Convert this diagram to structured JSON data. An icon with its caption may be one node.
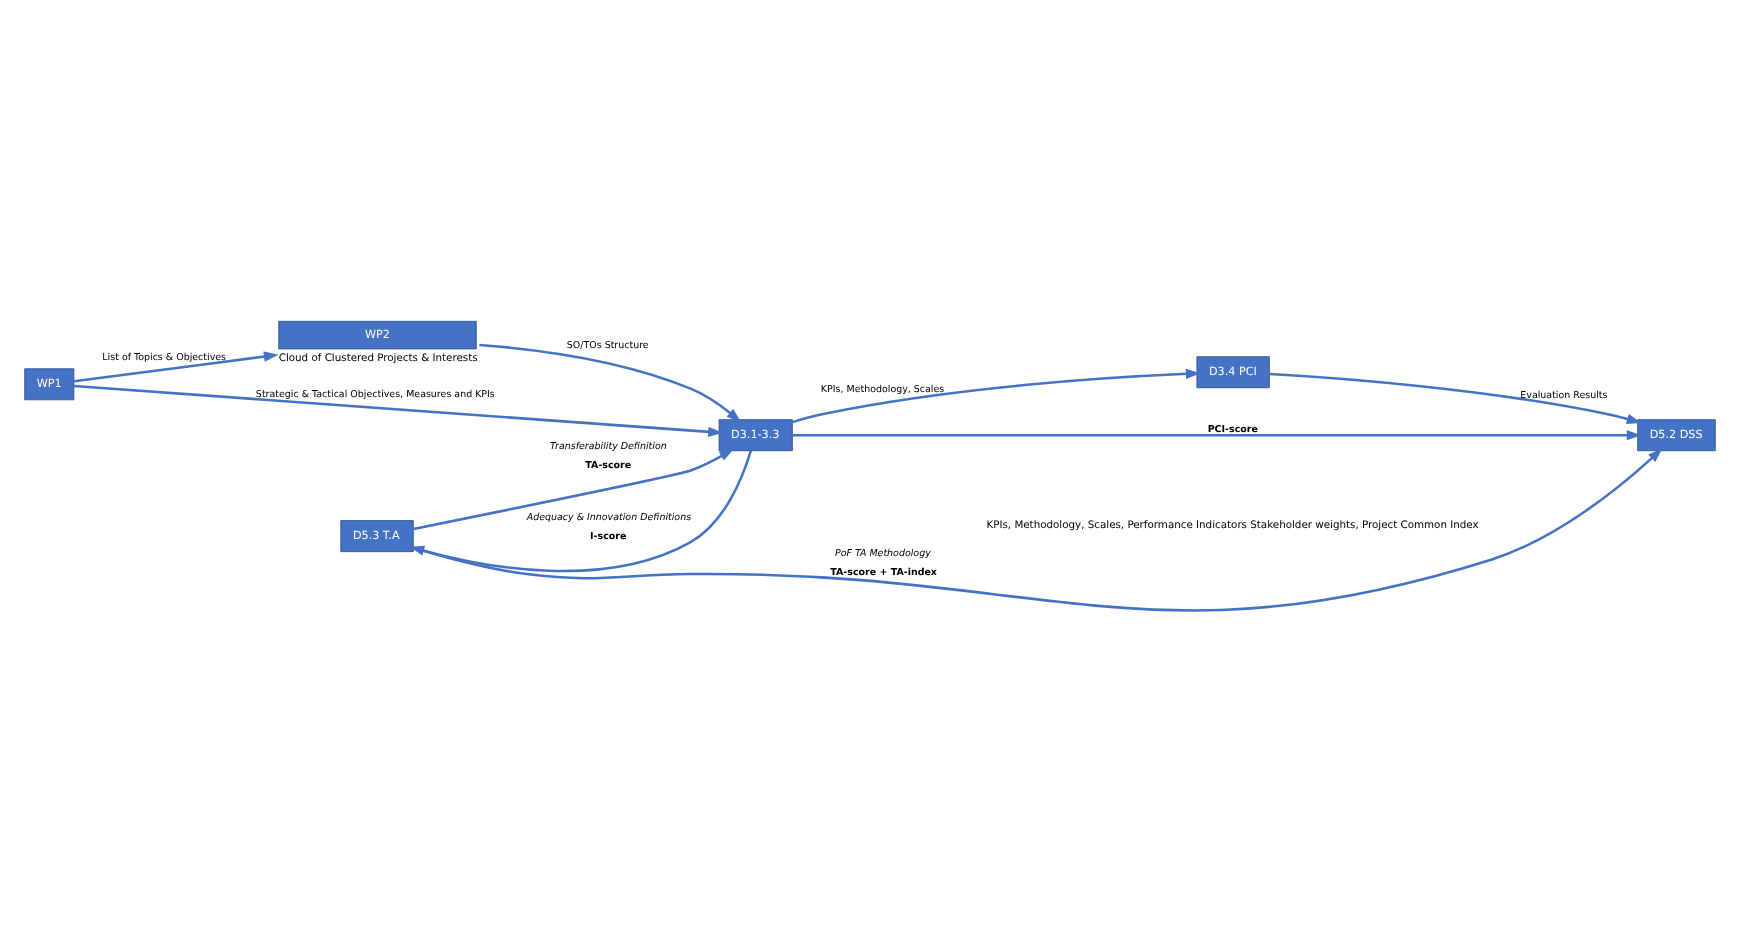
{
  "diagram": {
    "nodes": [
      {
        "text": [
          "WP1"
        ]
      },
      {
        "text": [
          "WP2"
        ],
        "beside": [
          "Cloud of Clustered Projects & Interests"
        ]
      },
      {
        "text": [
          "D3.1-3.3"
        ]
      },
      {
        "text": [
          "D3.4 PCI"
        ]
      },
      {
        "text": [
          "D5.2 DSS"
        ]
      },
      {
        "text": [
          "D5.3 T.A"
        ]
      }
    ],
    "edges": [
      {
        "from": 0,
        "to": 1,
        "arrow": "to",
        "label": "List of Topics & Objectives"
      },
      {
        "from": 1,
        "to": 2,
        "arrow": "to",
        "label": "SO/TOs Structure"
      },
      {
        "from": 0,
        "to": 2,
        "arrow": "to",
        "label": "Strategic & Tactical Objectives, Measures and KPIs"
      },
      {
        "from": 5,
        "to": 2,
        "arrow": "to",
        "label": "*Transferability Definition* **TA-score**"
      },
      {
        "from": 2,
        "to": 5,
        "arrow": "to",
        "label": "*Adequacy & Innovation Definitions* **I-score**"
      },
      {
        "from": 2,
        "to": 3,
        "arrow": "to",
        "label": "KPIs, Methodology, Scales"
      },
      {
        "from": 5,
        "to": 4,
        "arrow": "to",
        "label": "*PoF TA Methodology* **TA-score + TA-index**"
      },
      {
        "from": 3,
        "to": 4,
        "arrow": "to",
        "label": "Evaluation Results"
      },
      {
        "from": 2,
        "to": 4,
        "arrow": "to",
        "label": "**PCI-score**"
      }
    ],
    "labels": [
      "KPIs, Methodology, Scales, Performance Indicators Stakeholder weights, Project Common Index"
    ]
  }
}
